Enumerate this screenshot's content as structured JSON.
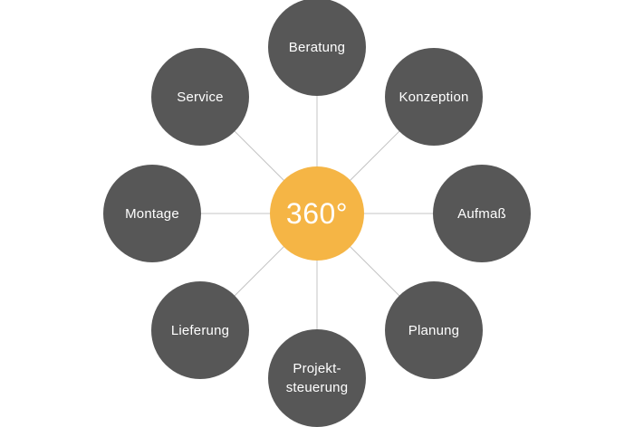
{
  "colors": {
    "center_fill": "#f5b545",
    "node_fill": "#575757",
    "connector": "#c4c4c4",
    "text": "#ffffff"
  },
  "center": {
    "label": "360°"
  },
  "nodes": [
    {
      "id": "beratung",
      "label": "Beratung"
    },
    {
      "id": "konzeption",
      "label": "Konzeption"
    },
    {
      "id": "aufmass",
      "label": "Aufmaß"
    },
    {
      "id": "planung",
      "label": "Planung"
    },
    {
      "id": "projektsteuerung",
      "label": "Projekt-\nsteuerung"
    },
    {
      "id": "lieferung",
      "label": "Lieferung"
    },
    {
      "id": "montage",
      "label": "Montage"
    },
    {
      "id": "service",
      "label": "Service"
    }
  ]
}
